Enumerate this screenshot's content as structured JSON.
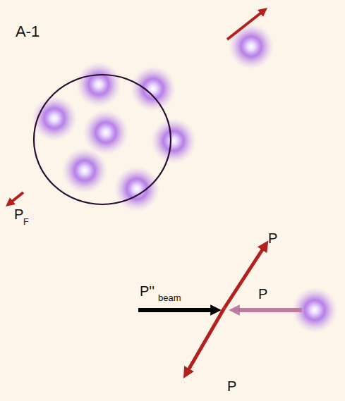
{
  "diagram": {
    "nodes": [
      {
        "text": [
          "A-1"
        ]
      }
    ],
    "labels": [
      "P",
      "F",
      "P''",
      "beam",
      "P",
      "P",
      "P"
    ]
  }
}
